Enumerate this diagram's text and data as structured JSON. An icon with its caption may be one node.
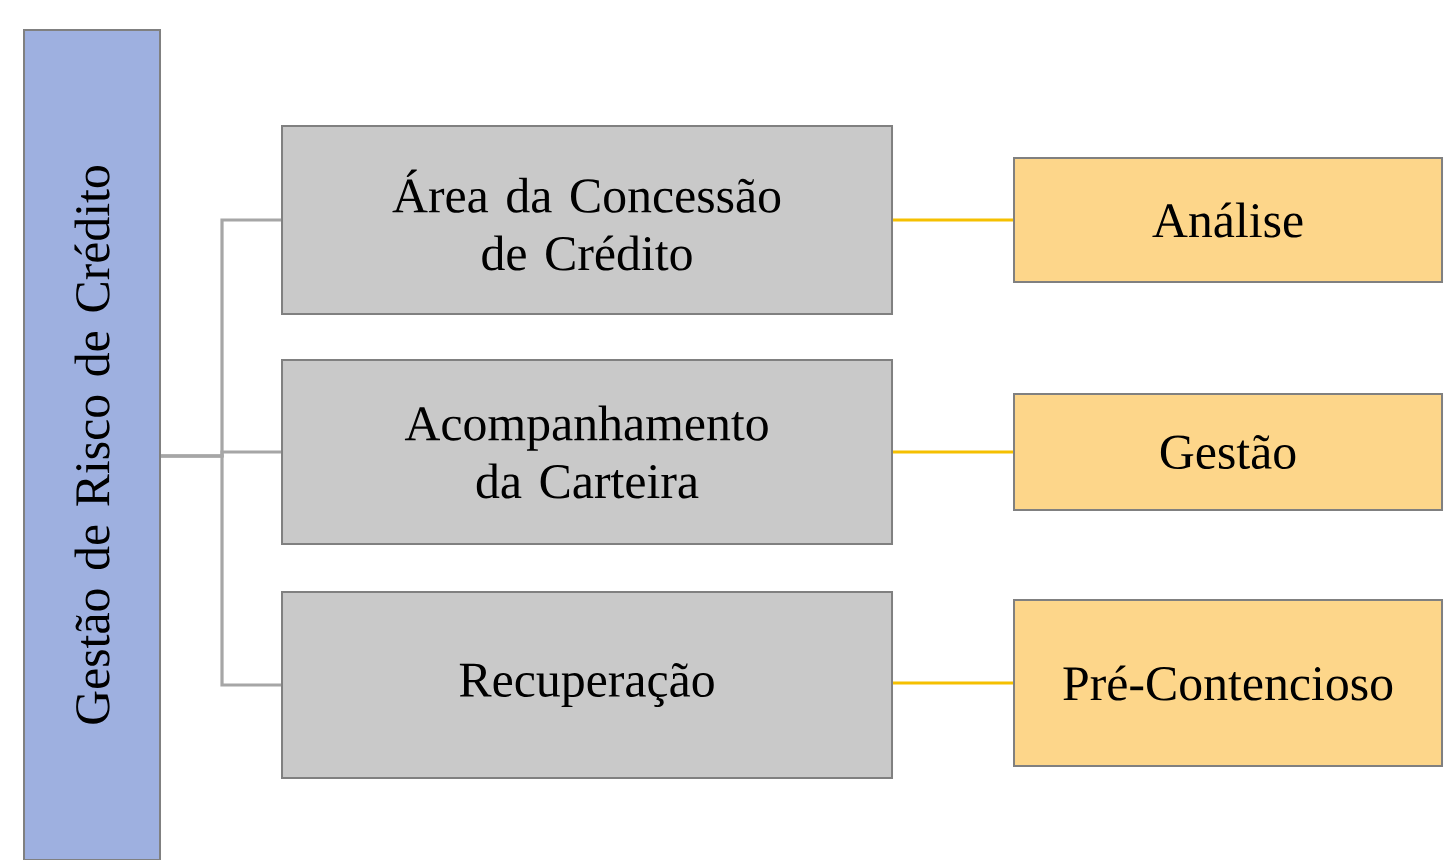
{
  "diagram": {
    "nodes": [
      {
        "text": [
          "Gestão de Risco de Crédito"
        ]
      },
      {
        "text": [
          "Área da Concessão de Crédito"
        ]
      },
      {
        "text": [
          "Acompanhamento da Carteira"
        ]
      },
      {
        "text": [
          "Recuperação"
        ]
      },
      {
        "text": [
          "Análise"
        ]
      },
      {
        "text": [
          "Gestão"
        ]
      },
      {
        "text": [
          "Pré-Contencioso"
        ]
      }
    ],
    "edges": [
      {
        "from": 0,
        "to": 1,
        "arrow": "none",
        "color": "#a6a6a6"
      },
      {
        "from": 0,
        "to": 2,
        "arrow": "none",
        "color": "#a6a6a6"
      },
      {
        "from": 0,
        "to": 3,
        "arrow": "none",
        "color": "#a6a6a6"
      },
      {
        "from": 1,
        "to": 4,
        "arrow": "none",
        "color": "#f5c000"
      },
      {
        "from": 2,
        "to": 5,
        "arrow": "none",
        "color": "#f5c000"
      },
      {
        "from": 3,
        "to": 6,
        "arrow": "none",
        "color": "#f5c000"
      }
    ]
  }
}
